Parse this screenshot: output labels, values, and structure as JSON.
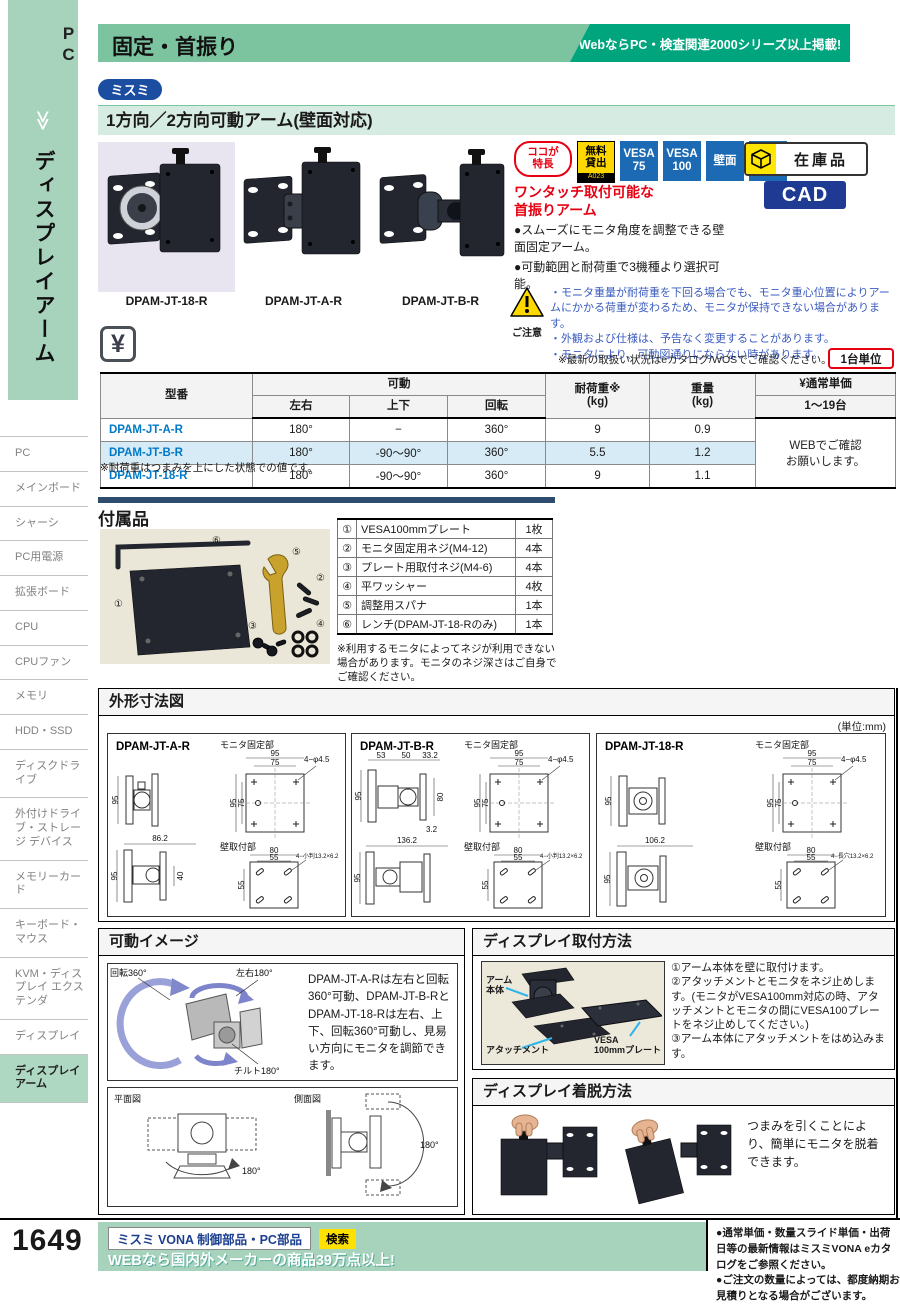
{
  "colors": {
    "accent_green": "#7cc4a0",
    "ribbon_teal": "#00a57d",
    "brand_navy": "#1b4da0",
    "badge_blue": "#1d6ab4",
    "cad_navy": "#1e3a93",
    "alert_red": "#e60012",
    "link_blue": "#0079c8",
    "row_highlight": "#d6ebf5",
    "bar_navy": "#2e4d6e",
    "sidebar_green": "#a7d3bd"
  },
  "sidebar": {
    "tab": "PC",
    "vertical_label": "ディスプレイアーム",
    "items": [
      "PC",
      "メインボード",
      "シャーシ",
      "PC用電源",
      "拡張ボード",
      "CPU",
      "CPUファン",
      "メモリ",
      "HDD・SSD",
      "ディスクドライブ",
      "外付けドライブ・ストレージ デバイス",
      "メモリーカード",
      "キーボード・マウス",
      "KVM・ディスプレイ エクステンダ",
      "ディスプレイ",
      "ディスプレイアーム"
    ]
  },
  "header": {
    "title": "固定・首振り",
    "ribbon": "WebならPC・検査関連2000シリーズ以上掲載!"
  },
  "brand": "ミスミ",
  "series_title": "1方向／2方向可動アーム(壁面対応)",
  "photos": {
    "models": [
      "DPAM-JT-18-R",
      "DPAM-JT-A-R",
      "DPAM-JT-B-R"
    ]
  },
  "badges": {
    "feature": "ココが\n特長",
    "rental": "無料\n貸出",
    "rental_code": "A023",
    "vesa75": "VESA\n75",
    "vesa100": "VESA\n100",
    "wall": "壁面",
    "cad2d": "2D\nCAD",
    "stock": "在庫品",
    "cad": "CAD"
  },
  "feature": {
    "heading": "ワンタッチ取付可能な\n首振りアーム",
    "bullets": [
      "●スムーズにモニタ角度を調整できる壁面固定アーム。",
      "●可動範囲と耐荷重で3機種より選択可能。"
    ]
  },
  "caution": {
    "label": "ご注意",
    "lines": [
      "・モニタ重量が耐荷重を下回る場合でも、モニタ重心位置によりアームにかかる荷重が変わるため、モニタが保持できない場合があります。",
      "・外観および仕様は、予告なく変更することがあります。",
      "・モニタにより、可動図通りにならない時があります。"
    ]
  },
  "pre_table": {
    "note": "※最新の取扱い状況はeカタログ/WOSでご確認ください。",
    "unit_badge": "1台単位"
  },
  "spec_table": {
    "col_model": "型番",
    "col_movable": "可動",
    "col_lr": "左右",
    "col_ud": "上下",
    "col_rot": "回転",
    "col_load": "耐荷重※\n(kg)",
    "col_weight": "重量\n(kg)",
    "col_price": "¥通常単価",
    "col_qty": "1～19台",
    "rows": [
      {
        "model": "DPAM-JT-A-R",
        "lr": "180°",
        "ud": "−",
        "rot": "360°",
        "load": "9",
        "weight": "0.9"
      },
      {
        "model": "DPAM-JT-B-R",
        "lr": "180°",
        "ud": "-90～90°",
        "rot": "360°",
        "load": "5.5",
        "weight": "1.2"
      },
      {
        "model": "DPAM-JT-18-R",
        "lr": "180°",
        "ud": "-90～90°",
        "rot": "360°",
        "load": "9",
        "weight": "1.1"
      }
    ],
    "price_note": "WEBでご確認\nお願いします。",
    "footnote": "※耐荷重はつまみを上にした状態での値です。"
  },
  "accessories": {
    "heading": "付属品",
    "items": [
      {
        "no": "①",
        "name": "VESA100mmプレート",
        "qty": "1枚"
      },
      {
        "no": "②",
        "name": "モニタ固定用ネジ(M4-12)",
        "qty": "4本"
      },
      {
        "no": "③",
        "name": "プレート用取付ネジ(M4-6)",
        "qty": "4本"
      },
      {
        "no": "④",
        "name": "平ワッシャー",
        "qty": "4枚"
      },
      {
        "no": "⑤",
        "name": "調整用スパナ",
        "qty": "1本"
      },
      {
        "no": "⑥",
        "name": "レンチ(DPAM-JT-18-Rのみ)",
        "qty": "1本"
      }
    ],
    "note": "※利用するモニタによってネジが利用できない場合があります。モニタのネジ深さはご自身でご確認ください。"
  },
  "dimensions": {
    "heading": "外形寸法図",
    "unit": "(単位:mm)",
    "monitor_label": "モニタ固定部",
    "wall_label": "壁取付部",
    "hole_label": "4−φ4.5",
    "models": [
      {
        "name": "DPAM-JT-A-R",
        "side_h": "95",
        "extra": "40",
        "bottom_w": "86.2",
        "bottom_h": "95",
        "plate_outer": "95",
        "plate_inner": "75",
        "wall_w": "80",
        "wall_inner": "55",
        "wall_h": "55",
        "slot_label": "4−小判13.2×6.2"
      },
      {
        "name": "DPAM-JT-B-R",
        "top1": "53",
        "top2": "50",
        "top3": "33.2",
        "side_h": "95",
        "side_r": "80",
        "side_b": "3.2",
        "bottom_w": "136.2",
        "bottom_h": "95",
        "plate_outer": "95",
        "plate_inner": "75",
        "wall_w": "80",
        "wall_inner": "55",
        "wall_h": "55",
        "slot_label": "4−小判13.2×6.2"
      },
      {
        "name": "DPAM-JT-18-R",
        "side_h": "95",
        "bottom_w": "106.2",
        "bottom_h": "95",
        "plate_outer": "95",
        "plate_inner": "75",
        "wall_w": "80",
        "wall_inner": "55",
        "wall_h": "55",
        "slot_label": "4−長穴13.2×6.2"
      }
    ]
  },
  "movable": {
    "heading": "可動イメージ",
    "rotate_label": "回転360°",
    "lr_label": "左右180°",
    "tilt_label": "チルト180°",
    "desc": "DPAM-JT-A-Rは左右と回転360°可動、DPAM-JT-B-RとDPAM-JT-18-Rは左右、上下、回転360°可動し、見易い方向にモニタを調節できます。",
    "plan_label": "平面図",
    "side_label": "側面図",
    "plan_angle": "180°",
    "side_angle": "180°"
  },
  "mounting": {
    "heading": "ディスプレイ取付方法",
    "label_arm": "アーム\n本体",
    "label_attachment": "アタッチメント",
    "label_plate": "VESA\n100mmプレート",
    "steps": [
      "①アーム本体を壁に取付けます。",
      "②アタッチメントとモニタをネジ止めします。(モニタがVESA100mm対応の時、アタッチメントとモニタの間にVESA100プレートをネジ止めしてください。)",
      "③アーム本体にアタッチメントをはめ込みます。"
    ]
  },
  "detach": {
    "heading": "ディスプレイ着脱方法",
    "text": "つまみを引くことにより、簡単にモニタを脱着できます。"
  },
  "footer": {
    "page": "1649",
    "vona_title": "ミスミ VONA 制御部品・PC部品",
    "search_label": "検索",
    "vona_sub": "WEBなら国内外メーカーの商品39万点以上!",
    "notes": [
      "●通常単価・数量スライド単価・出荷日等の最新情報はミスミVONA eカタログをご参照ください。",
      "●ご注文の数量によっては、都度納期お見積りとなる場合がございます。"
    ]
  }
}
